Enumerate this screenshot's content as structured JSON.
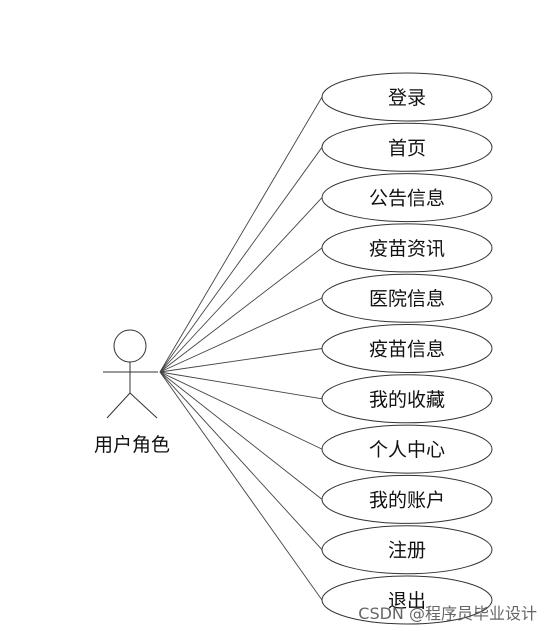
{
  "actor": {
    "label": "用户角色"
  },
  "use_cases": [
    {
      "label": "登录"
    },
    {
      "label": "首页"
    },
    {
      "label": "公告信息"
    },
    {
      "label": "疫苗资讯"
    },
    {
      "label": "医院信息"
    },
    {
      "label": "疫苗信息"
    },
    {
      "label": "我的收藏"
    },
    {
      "label": "个人中心"
    },
    {
      "label": "我的账户"
    },
    {
      "label": "注册"
    },
    {
      "label": "退出"
    }
  ],
  "watermark": {
    "text": "CSDN @程序员毕业设计"
  }
}
